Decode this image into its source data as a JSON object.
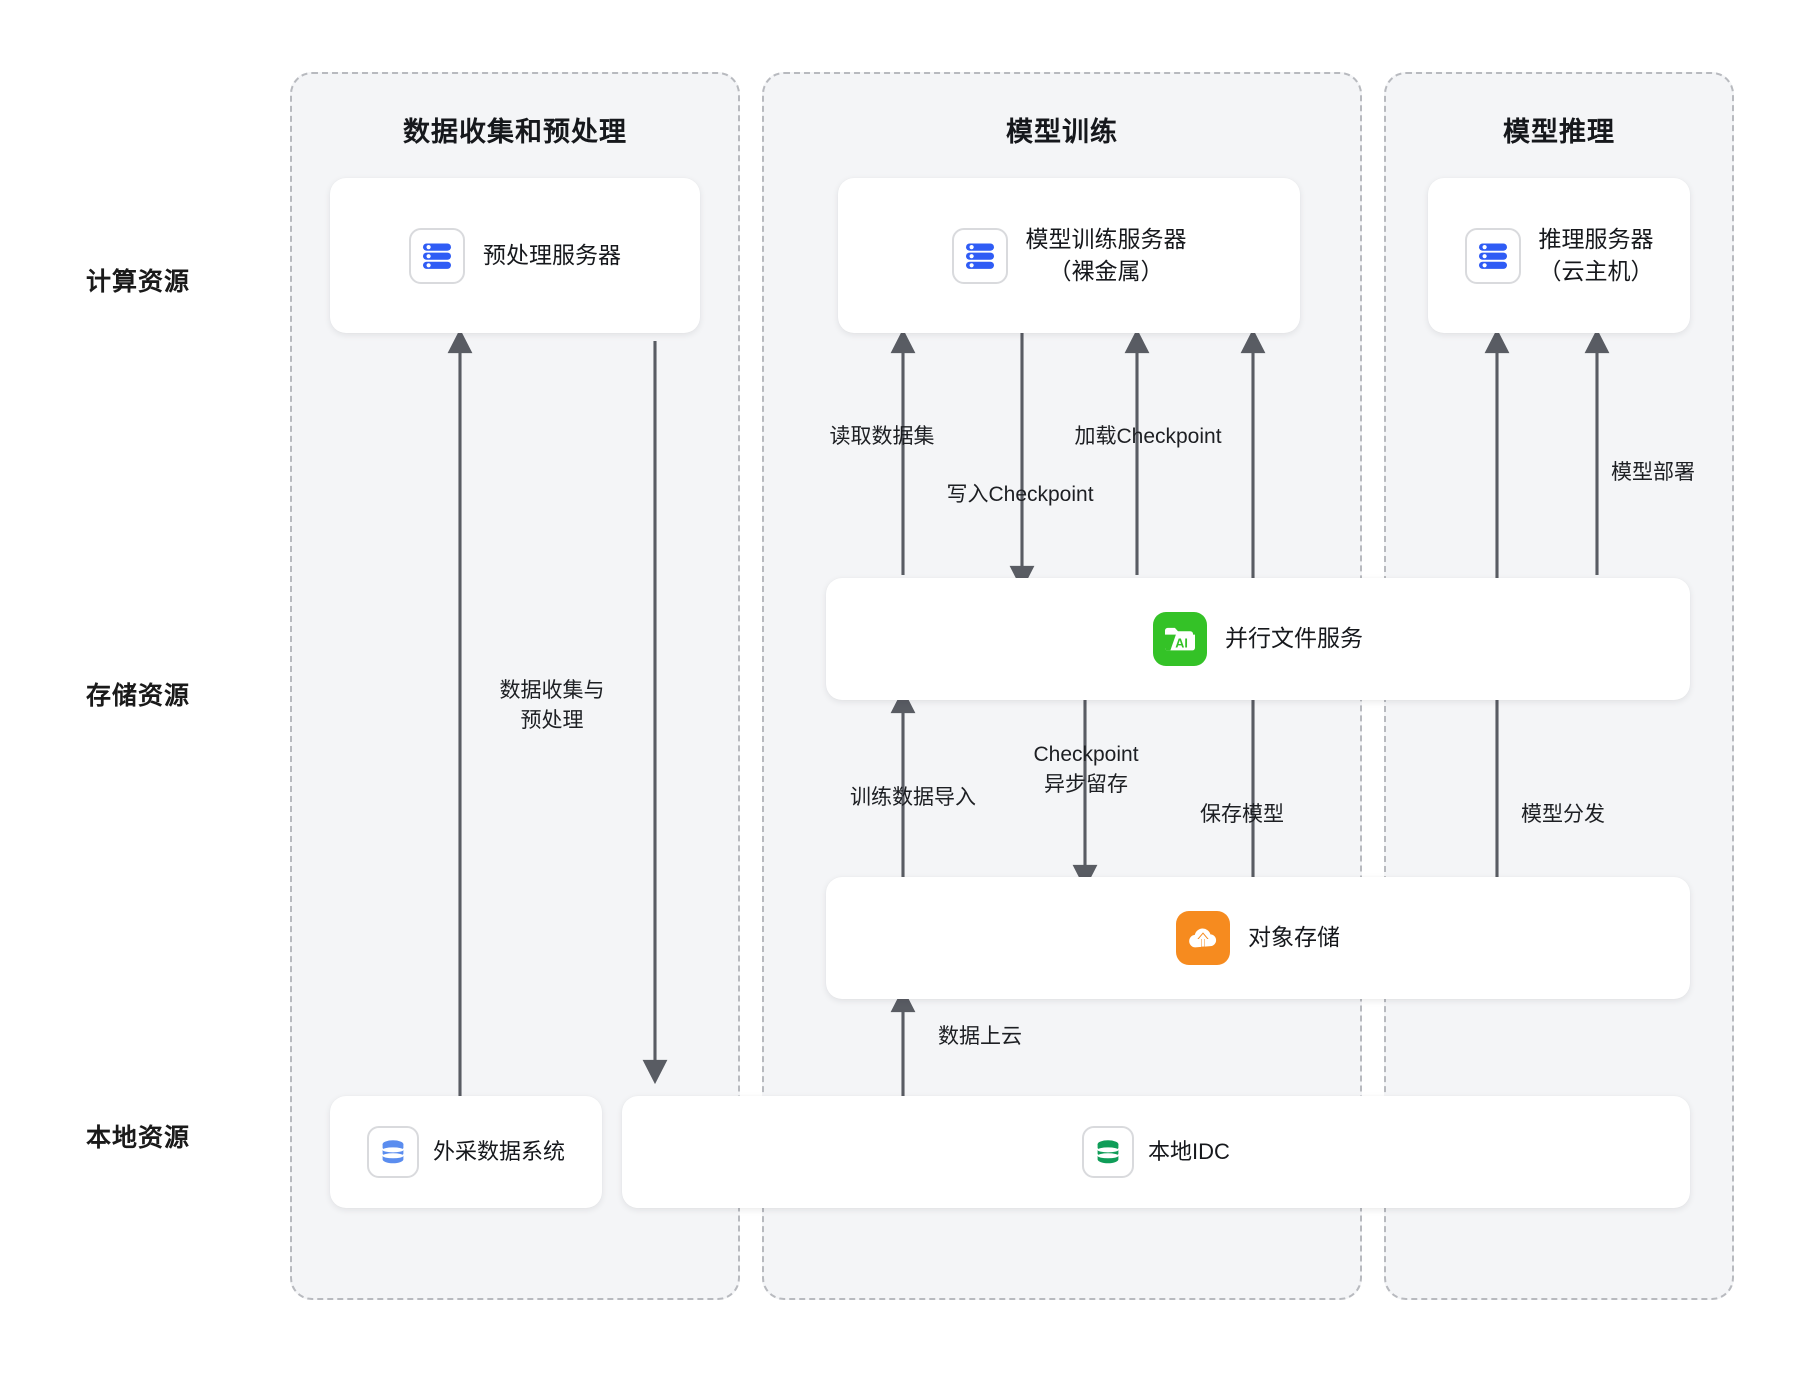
{
  "diagram": {
    "row_labels": [
      {
        "text": "计算资源"
      },
      {
        "text": "存储资源"
      },
      {
        "text": "本地资源"
      }
    ],
    "lanes": [
      {
        "title": "数据收集和预处理"
      },
      {
        "title": "模型训练"
      },
      {
        "title": "模型推理"
      }
    ],
    "nodes": {
      "preprocess_server": {
        "label": "预处理服务器",
        "icon": "server-icon",
        "icon_color": "#2f5cf5"
      },
      "training_server": {
        "label": "模型训练服务器\n（裸金属）",
        "icon": "server-icon",
        "icon_color": "#2f5cf5"
      },
      "inference_server": {
        "label": "推理服务器\n（云主机）",
        "icon": "server-icon",
        "icon_color": "#2f5cf5"
      },
      "parallel_file_service": {
        "label": "并行文件服务",
        "icon": "ai-folder-icon",
        "icon_color": "#34c227"
      },
      "object_storage": {
        "label": "对象存储",
        "icon": "cloud-upload-icon",
        "icon_color": "#f68b1f"
      },
      "external_data_system": {
        "label": "外采数据系统",
        "icon": "database-icon",
        "icon_color": "#5b8def"
      },
      "local_idc": {
        "label": "本地IDC",
        "icon": "database-icon",
        "icon_color": "#0f9d58"
      }
    },
    "connections": [
      {
        "label": "数据收集与\n预处理"
      },
      {
        "label": "读取数据集"
      },
      {
        "label": "写入Checkpoint"
      },
      {
        "label": "加载Checkpoint"
      },
      {
        "label": "训练数据导入"
      },
      {
        "label": "Checkpoint\n异步留存"
      },
      {
        "label": "保存模型"
      },
      {
        "label": "数据上云"
      },
      {
        "label": "模型部署"
      },
      {
        "label": "模型分发"
      }
    ],
    "colors": {
      "arrow": "#595c63",
      "lane_border": "#b8babf",
      "lane_fill": "#f4f5f7",
      "canvas": "#ffffff"
    }
  }
}
